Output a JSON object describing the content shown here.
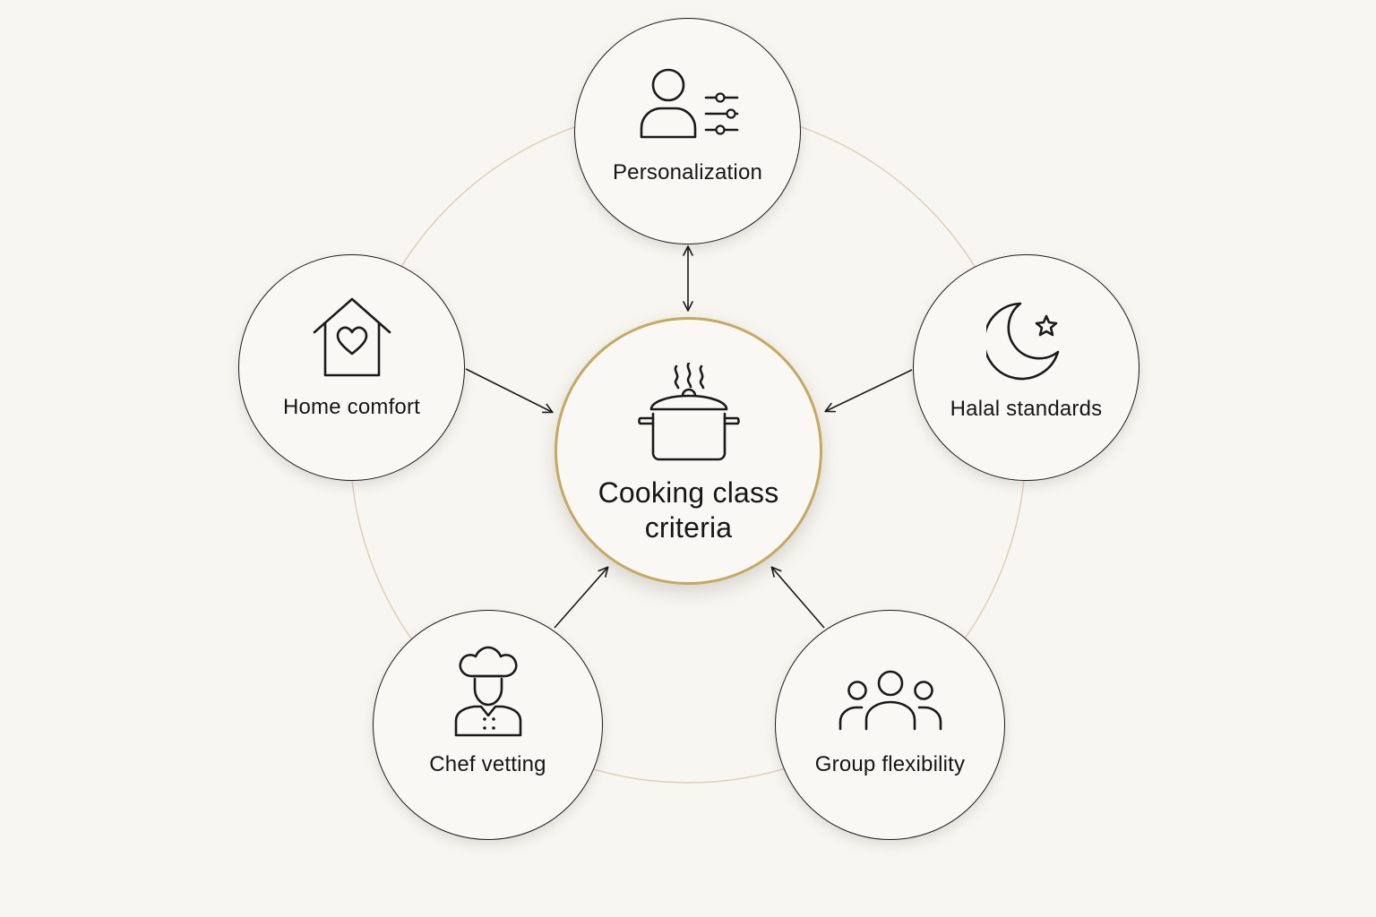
{
  "center": {
    "label": "Cooking class\ncriteria",
    "icon": "cooking-pot-icon"
  },
  "criteria": [
    {
      "id": "personalization",
      "label": "Personalization",
      "icon": "user-settings-icon"
    },
    {
      "id": "home-comfort",
      "label": "Home comfort",
      "icon": "house-heart-icon"
    },
    {
      "id": "halal-standards",
      "label": "Halal standards",
      "icon": "crescent-star-icon"
    },
    {
      "id": "chef-vetting",
      "label": "Chef vetting",
      "icon": "chef-icon"
    },
    {
      "id": "group-flexibility",
      "label": "Group flexibility",
      "icon": "group-icon"
    }
  ],
  "colors": {
    "background": "#f8f6f1",
    "node_fill": "#f9f8f4",
    "node_stroke": "#1c1c1c",
    "center_accent": "#c6a960",
    "orbit_ring": "#d9cfb8",
    "arrow": "#1a1a1a"
  }
}
